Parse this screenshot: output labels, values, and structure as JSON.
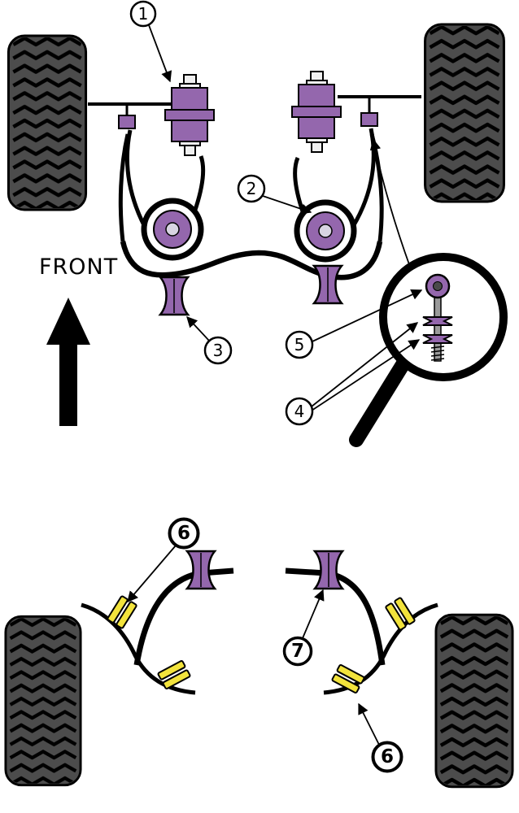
{
  "diagram": {
    "front_label": "FRONT",
    "callouts": {
      "c1": "1",
      "c2": "2",
      "c3": "3",
      "c4": "4",
      "c5": "5",
      "c6": "6",
      "c7": "7"
    },
    "colors": {
      "bush_purple": "#9467ad",
      "bush_yellow": "#f2e33c",
      "tire_gray": "#4c4c4c",
      "outline": "#000000",
      "metal_light": "#f0f0f0",
      "stud_gray": "#9a9a9a",
      "hole_light": "#d8d4e2"
    }
  }
}
